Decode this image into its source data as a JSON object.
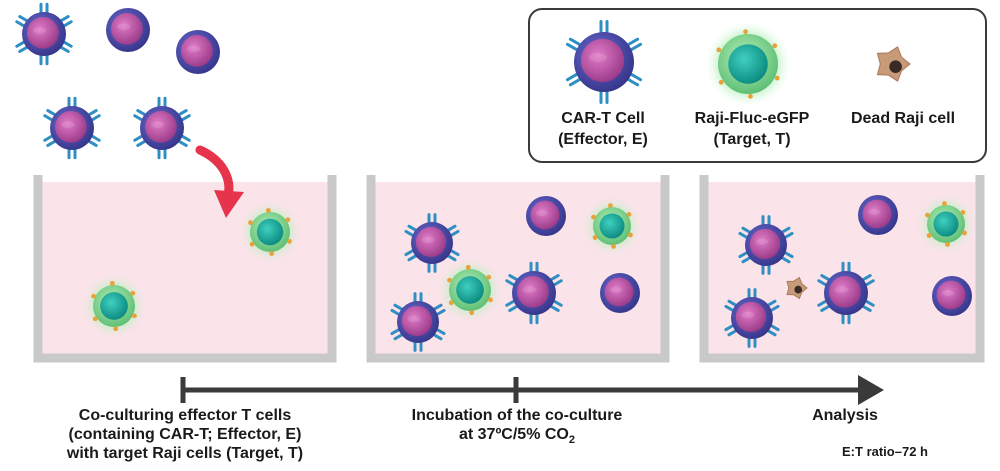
{
  "legend": {
    "cart": {
      "line1": "CAR-T Cell",
      "line2": "(Effector, E)"
    },
    "raji": {
      "line1": "Raji-Fluc-eGFP",
      "line2": "(Target, T)"
    },
    "dead": {
      "line1": "Dead Raji cell"
    }
  },
  "steps": {
    "step1": {
      "line1": "Co-culturing effector T cells",
      "line2": "(containing CAR-T; Effector, E)",
      "line3": "with target Raji cells (Target, T)"
    },
    "step2": {
      "line1": "Incubation of the co-culture",
      "line2_prefix": "at 37ºC/5% CO",
      "line2_sub": "2"
    },
    "step3": {
      "line1": "Analysis",
      "note": "E:T ratio–72 h"
    }
  },
  "colors": {
    "well_fill": "#fbe3ea",
    "well_wall": "#c9c9c9",
    "cart_outer": "#4c4ca8",
    "cart_inner": "#b4509a",
    "receptor": "#2f8fc3",
    "raji_outer": "#7ccf8a",
    "raji_inner": "#16a79b",
    "raji_spike": "#e8a23a",
    "dead_cell": "#c79a7a",
    "arrow_red": "#e5344c",
    "timeline": "#3a3a3a"
  }
}
